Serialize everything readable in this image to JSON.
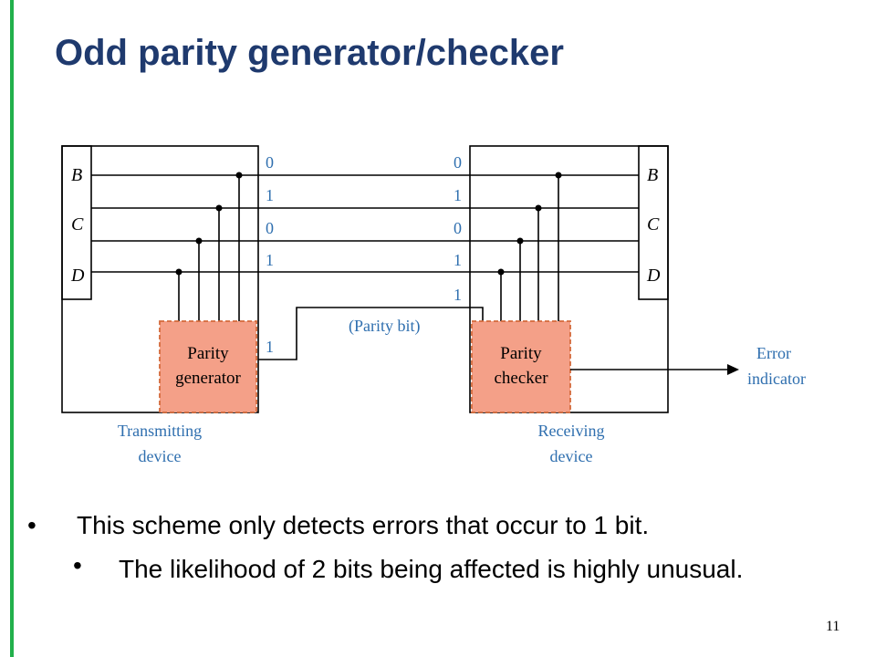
{
  "title": "Odd parity generator/checker",
  "diagram": {
    "tx_bits": [
      "0",
      "1",
      "0",
      "1",
      "1"
    ],
    "rx_bits": [
      "0",
      "1",
      "0",
      "1",
      "1"
    ],
    "left_labels": [
      "B",
      "C",
      "D"
    ],
    "right_labels": [
      "B",
      "C",
      "D"
    ],
    "parity_bit_label": "(Parity bit)",
    "generator_label": [
      "Parity",
      "generator"
    ],
    "checker_label": [
      "Parity",
      "checker"
    ],
    "transmitting_label": [
      "Transmitting",
      "device"
    ],
    "receiving_label": [
      "Receiving",
      "device"
    ],
    "error_label": [
      "Error",
      "indicator"
    ],
    "colors": {
      "block_fill": "#f4a088",
      "block_border": "#d46a3a",
      "label_blue": "#2f6faf",
      "wire": "#000000"
    }
  },
  "bullets": {
    "main": "This scheme only detects errors that occur to 1 bit.",
    "sub": "The likelihood of 2 bits being affected is highly unusual.",
    "bullet_char": "•"
  },
  "page_number": "11"
}
